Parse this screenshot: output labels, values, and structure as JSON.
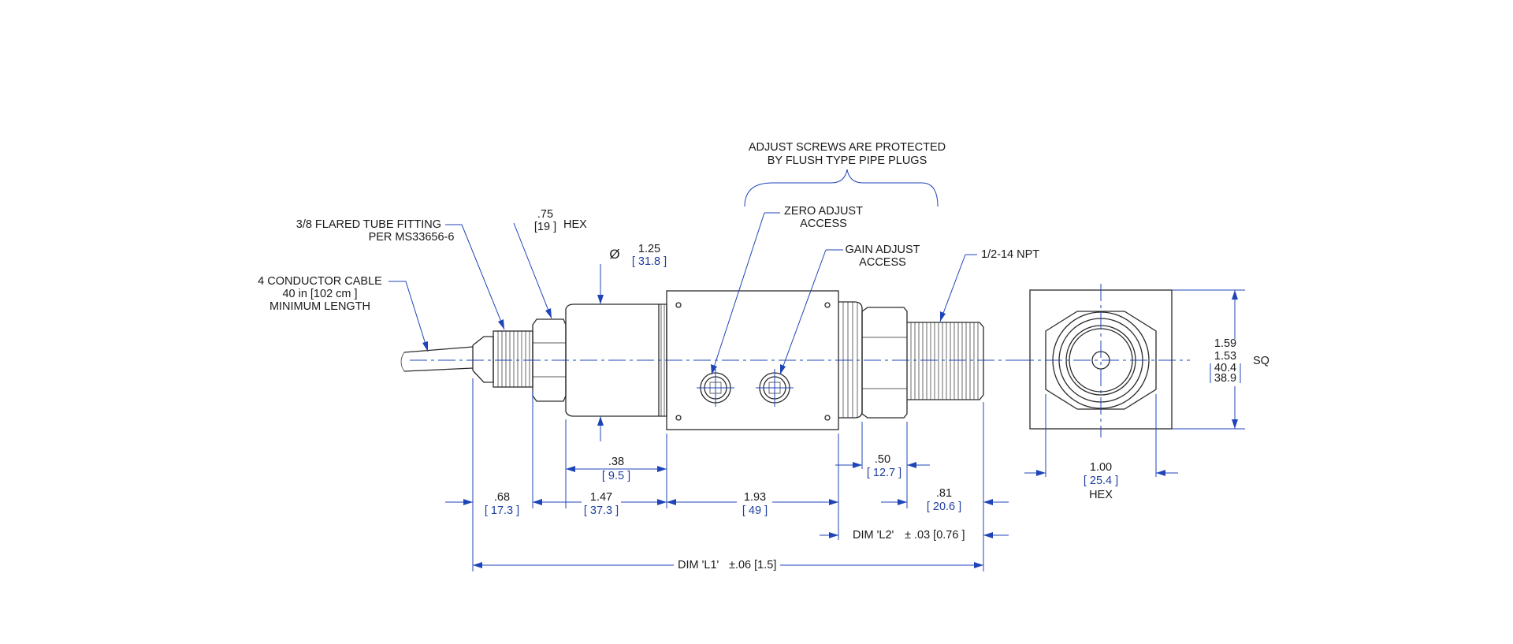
{
  "labels": {
    "adjust_note_line1": "ADJUST SCREWS ARE PROTECTED",
    "adjust_note_line2": "BY FLUSH TYPE PIPE PLUGS",
    "zero_adjust_line1": "ZERO ADJUST",
    "zero_adjust_line2": "ACCESS",
    "gain_adjust_line1": "GAIN ADJUST",
    "gain_adjust_line2": "ACCESS",
    "npt": "1/2-14 NPT",
    "fitting_line1": "3/8 FLARED TUBE FITTING",
    "fitting_line2": "PER MS33656-6",
    "cable_line1": "4 CONDUCTOR CABLE",
    "cable_line2": "40 in [102 cm ]",
    "cable_line3": "MINIMUM LENGTH",
    "hex_small_in": ".75",
    "hex_small_mm": "[19 ]",
    "hex_small_label": "HEX",
    "dia_symbol": "Ø",
    "dia_in": "1.25",
    "dia_mm": "[ 31.8 ]",
    "sq_in_max": "1.59",
    "sq_in_min": "1.53",
    "sq_mm_max": "40.4",
    "sq_mm_min": "38.9",
    "sq_label": "SQ",
    "hex_large_in": "1.00",
    "hex_large_mm": "[ 25.4 ]",
    "hex_large_label": "HEX"
  },
  "dimensions": {
    "d038_in": ".38",
    "d038_mm": "[ 9.5 ]",
    "d068_in": ".68",
    "d068_mm": "[ 17.3 ]",
    "d147_in": "1.47",
    "d147_mm": "[ 37.3 ]",
    "d193_in": "1.93",
    "d193_mm": "[ 49 ]",
    "d050_in": ".50",
    "d050_mm": "[ 12.7 ]",
    "d081_in": ".81",
    "d081_mm": "[ 20.6 ]",
    "l2_label": "DIM 'L2'",
    "l2_tol": "± .03 [0.76 ]",
    "l1_label": "DIM 'L1'",
    "l1_tol": "±.06 [1.5]"
  }
}
